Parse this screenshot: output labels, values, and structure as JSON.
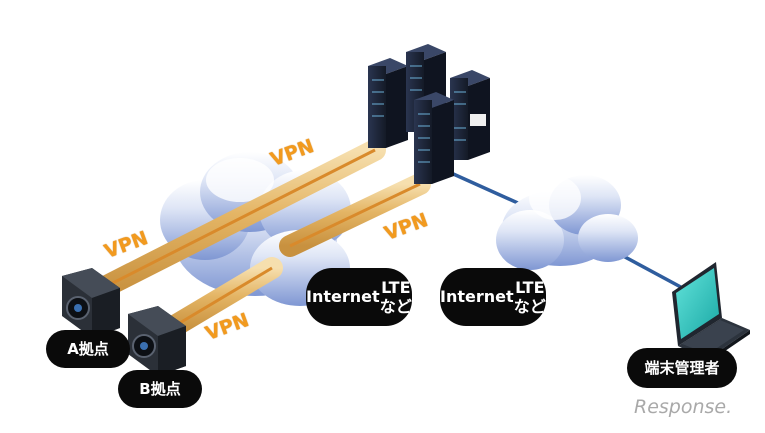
{
  "vpn_label": "VPN",
  "labels": {
    "site_a": "A拠点",
    "site_b": "B拠点",
    "cloud_left_line1": "Internet",
    "cloud_left_line2": "LTEなど",
    "cloud_right_line1": "Internet",
    "cloud_right_line2": "LTEなど",
    "admin_terminal": "端末管理者"
  },
  "watermark": "Response.",
  "colors": {
    "vpn_text": "#f29a1e",
    "tube": "#e2b86a",
    "cloud": "#8fa6da",
    "network_line": "#2f5d9e",
    "laptop_screen": "#3dcfc7",
    "server_body": "#1b2333"
  }
}
